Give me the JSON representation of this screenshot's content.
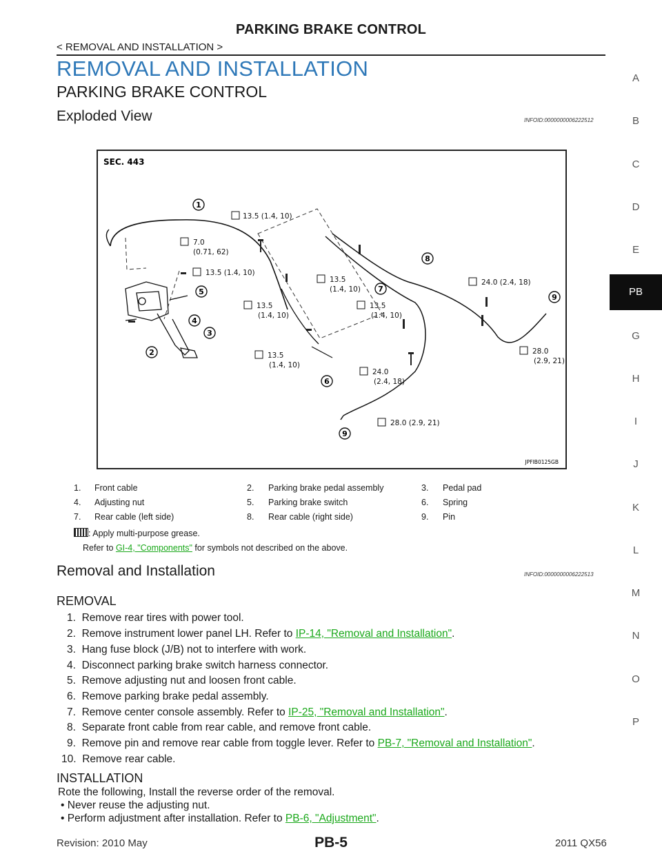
{
  "header": {
    "title": "PARKING BRAKE CONTROL",
    "breadcrumb": "< REMOVAL AND INSTALLATION >"
  },
  "headings": {
    "h1": "REMOVAL AND INSTALLATION",
    "h2": "PARKING BRAKE CONTROL",
    "exploded": "Exploded View",
    "exploded_id": "INFOID:0000000006222512",
    "removal_inst": "Removal and Installation",
    "removal_inst_id": "INFOID:0000000006222513"
  },
  "side_tabs": [
    "A",
    "B",
    "C",
    "D",
    "E",
    "PB",
    "G",
    "H",
    "I",
    "J",
    "K",
    "L",
    "M",
    "N",
    "O",
    "P"
  ],
  "active_tab": "PB",
  "figure": {
    "section": "SEC. 443",
    "code": "JPFIB0125GB",
    "torque": {
      "t1": "13.5 (1.4, 10)",
      "t2a": "7.0",
      "t2b": "(0.71, 62)",
      "t3": "13.5 (1.4, 10)",
      "t4a": "13.5",
      "t4b": "(1.4, 10)",
      "t5a": "13.5",
      "t5b": "(1.4, 10)",
      "t6a": "13.5",
      "t6b": "(1.4, 10)",
      "t7a": "13.5",
      "t7b": "(1.4, 10)",
      "t8": "24.0 (2.4, 18)",
      "t9a": "28.0",
      "t9b": "(2.9, 21)",
      "t10a": "24.0",
      "t10b": "(2.4, 18)",
      "t11": "28.0 (2.9, 21)"
    },
    "callouts": {
      "c1": "1",
      "c2": "2",
      "c3": "3",
      "c4": "4",
      "c5": "5",
      "c6": "6",
      "c7": "7",
      "c8": "8",
      "c9a": "9",
      "c9b": "9"
    }
  },
  "legend": {
    "rows": [
      [
        "1.",
        "Front cable",
        "2.",
        "Parking brake pedal assembly",
        "3.",
        "Pedal pad"
      ],
      [
        "4.",
        "Adjusting nut",
        "5.",
        "Parking brake switch",
        "6.",
        "Spring"
      ],
      [
        "7.",
        "Rear cable (left side)",
        "8.",
        "Rear cable (right side)",
        "9.",
        "Pin"
      ]
    ],
    "grease_note": ": Apply multi-purpose grease.",
    "refer_pre": "Refer to ",
    "refer_link": "GI-4, \"Components\"",
    "refer_post": " for symbols not described on the above."
  },
  "removal": {
    "title": "REMOVAL",
    "steps": [
      {
        "n": "1.",
        "pre": "Remove rear tires with power tool.",
        "link": "",
        "post": ""
      },
      {
        "n": "2.",
        "pre": "Remove instrument lower panel LH. Refer to ",
        "link": "IP-14, \"Removal and Installation\"",
        "post": "."
      },
      {
        "n": "3.",
        "pre": "Hang fuse block (J/B) not to interfere with work.",
        "link": "",
        "post": ""
      },
      {
        "n": "4.",
        "pre": "Disconnect parking brake switch harness connector.",
        "link": "",
        "post": ""
      },
      {
        "n": "5.",
        "pre": "Remove adjusting nut and loosen front cable.",
        "link": "",
        "post": ""
      },
      {
        "n": "6.",
        "pre": "Remove parking brake pedal assembly.",
        "link": "",
        "post": ""
      },
      {
        "n": "7.",
        "pre": "Remove center console assembly. Refer to ",
        "link": "IP-25, \"Removal and Installation\"",
        "post": "."
      },
      {
        "n": "8.",
        "pre": "Separate front cable from rear cable, and remove front cable.",
        "link": "",
        "post": ""
      },
      {
        "n": "9.",
        "pre": "Remove pin and remove rear cable from toggle lever. Refer to ",
        "link": "PB-7, \"Removal and Installation\"",
        "post": "."
      },
      {
        "n": "10.",
        "pre": "Remove rear cable.",
        "link": "",
        "post": ""
      }
    ]
  },
  "installation": {
    "title": "INSTALLATION",
    "intro": "Rote the following, Install the reverse order of the removal.",
    "b1": "Never reuse the adjusting nut.",
    "b2_pre": "Perform adjustment after installation. Refer to ",
    "b2_link": "PB-6, \"Adjustment\"",
    "b2_post": "."
  },
  "footer": {
    "revision": "Revision: 2010 May",
    "page": "PB-5",
    "model": "2011 QX56"
  }
}
